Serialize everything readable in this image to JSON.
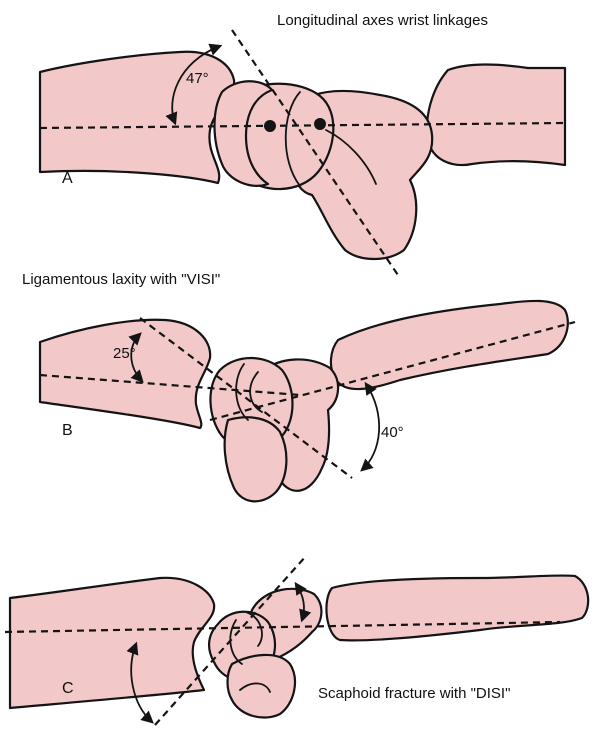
{
  "colors": {
    "bone": "#f2c8c8",
    "ink": "#141414",
    "background": "#ffffff"
  },
  "panels": [
    {
      "letter": "A",
      "title": "Longitudinal axes wrist linkages",
      "angles": [
        "47°"
      ]
    },
    {
      "letter": "B",
      "title": "Ligamentous laxity with \"VISI\"",
      "angles": [
        "25°",
        "40°"
      ]
    },
    {
      "letter": "C",
      "title": "Scaphoid fracture with \"DISI\"",
      "angles": []
    }
  ]
}
